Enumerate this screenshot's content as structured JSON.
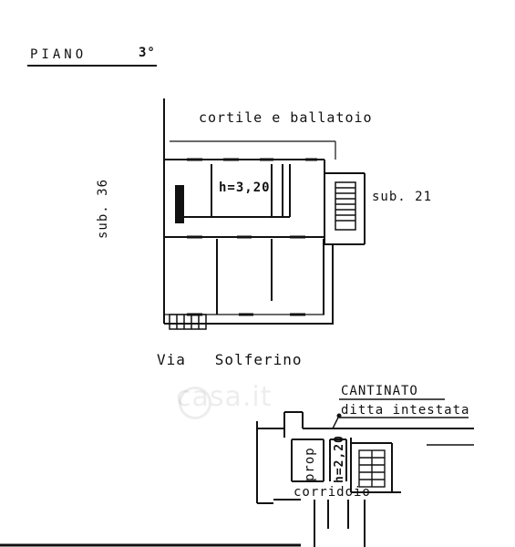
{
  "floor_title": "PIANO",
  "floor_number": "3°",
  "courtyard_label": "cortile e ballatoio",
  "height_main": "h=3,20",
  "sub_right": "sub. 21",
  "sub_left": "sub. 36",
  "street_label": "Via   Solferino",
  "cellar_title": "CANTINATO",
  "cellar_owner": "ditta intestata",
  "cellar_prop": "prop",
  "cellar_height": "h=2,20",
  "cellar_corridor": "corridoio",
  "watermark": "casa.it",
  "watermark_icon": "house-icon"
}
